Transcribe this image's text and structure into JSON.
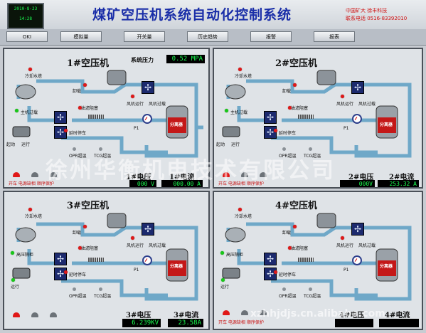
{
  "header": {
    "clock_date": "2010-8-23",
    "clock_time": "14:28",
    "title": "煤矿空压机系统自动化控制系统",
    "company_line1": "中国矿大 徐丰科技",
    "company_line2": "联系电话 0516-83392010"
  },
  "nav": [
    {
      "label": "OKI"
    },
    {
      "label": "模拟量"
    },
    {
      "label": "开关量"
    },
    {
      "label": "历史趋势"
    },
    {
      "label": "报警"
    },
    {
      "label": "报表"
    }
  ],
  "system_pressure": {
    "label": "系统压力",
    "value": "0.52 MPA"
  },
  "compressors": [
    {
      "title": "1#空压机",
      "voltage_label": "1#电压",
      "voltage": "000 V",
      "current_label": "1#电流",
      "current": "000.00 A",
      "labels": {
        "cooling_water_tank": "冷却水塔",
        "disconnect": "卸载",
        "main_motor_overload": "主机过载",
        "start": "起动",
        "run": "运行",
        "oil_filter_block": "油滤阻塞",
        "delay_stop": "延时停车",
        "fan_run": "风机运行",
        "fan_overload": "风机过载",
        "separator": "分离器",
        "opr_temp": "OPR超温",
        "tcg_temp": "TCG超温",
        "p1": "P1",
        "bottom_flags": "开车 电源缺相 顺序保护"
      }
    },
    {
      "title": "2#空压机",
      "voltage_label": "2#电压",
      "voltage": "000V",
      "current_label": "2#电流",
      "current": "253.32 A",
      "labels": {
        "cooling_water_tank": "冷却水塔",
        "disconnect": "卸载",
        "main_motor_overload": "主机过载",
        "start": "起动",
        "run": "运行",
        "oil_filter_block": "油滤阻塞",
        "delay_stop": "延时停车",
        "fan_run": "风机运行",
        "fan_overload": "风机过载",
        "separator": "分离器",
        "opr_temp": "OPR超温",
        "tcg_temp": "TCG超温",
        "p1": "P1",
        "bottom_flags": "开车 电源缺相 顺序保护"
      }
    },
    {
      "title": "3#空压机",
      "voltage_label": "3#电压",
      "voltage": "6.239KV",
      "current_label": "3#电流",
      "current": "23.58A",
      "labels": {
        "cooling_water_tank": "冷却水塔",
        "disconnect": "卸载",
        "main_motor_overload": "高压隔柜",
        "start": "",
        "run": "运行",
        "oil_filter_block": "油滤阻塞",
        "delay_stop": "延时停车",
        "fan_run": "风机运行",
        "fan_overload": "风机过载",
        "separator": "分离器",
        "opr_temp": "OPR超温",
        "tcg_temp": "TCG超温",
        "p1": "P1",
        "bottom_flags": ""
      }
    },
    {
      "title": "4#空压机",
      "voltage_label": "4#电压",
      "voltage": "",
      "current_label": "4#电流",
      "current": "",
      "labels": {
        "cooling_water_tank": "冷却水塔",
        "disconnect": "卸载",
        "main_motor_overload": "高压隔柜",
        "start": "",
        "run": "运行",
        "oil_filter_block": "油滤阻塞",
        "delay_stop": "延时停车",
        "fan_run": "风机运行",
        "fan_overload": "风机过载",
        "separator": "分离器",
        "opr_temp": "OPR超温",
        "tcg_temp": "TCG超温",
        "p1": "P1",
        "bottom_flags": "开车 电源缺相 顺序保护"
      }
    }
  ],
  "watermark": "徐州华衡机电技术有限公司",
  "watermark_url": "xzhhjdjs.cn.alibaba.com"
}
